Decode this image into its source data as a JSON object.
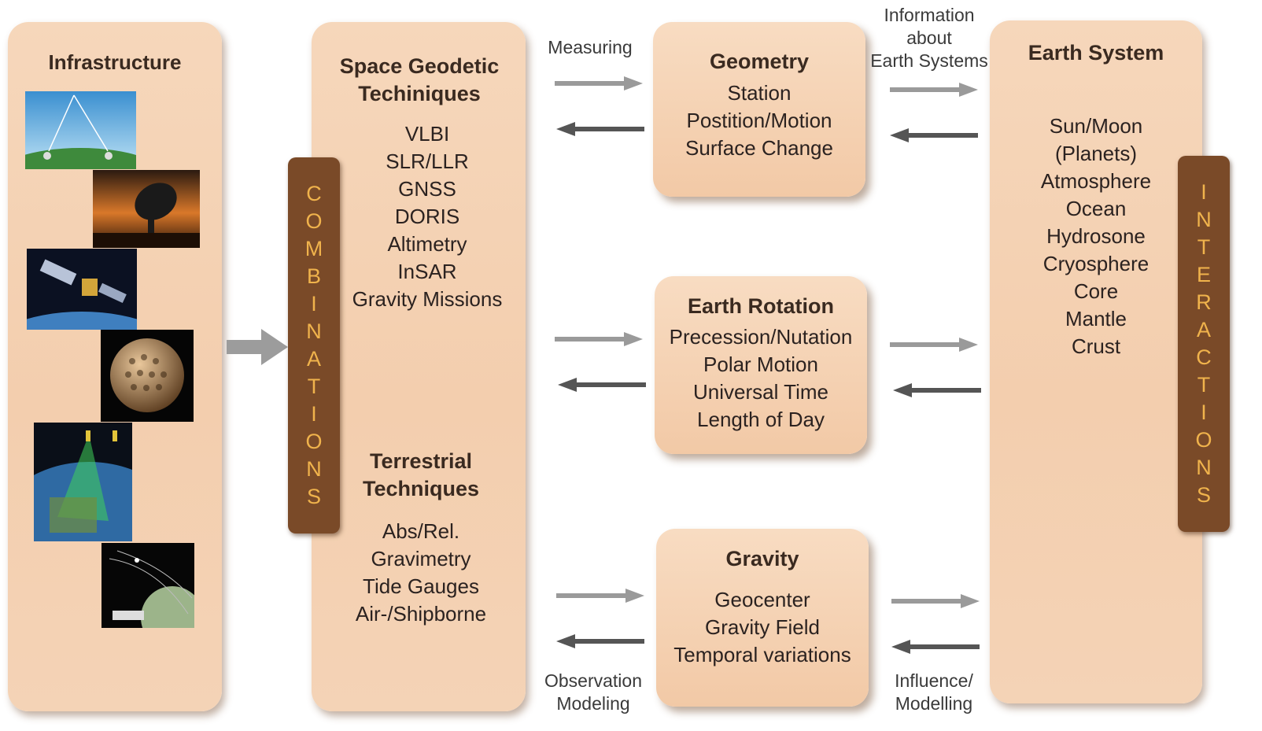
{
  "infrastructure": {
    "title": "Infrastructure"
  },
  "combinations": {
    "letters": [
      "C",
      "O",
      "M",
      "B",
      "I",
      "N",
      "A",
      "T",
      "I",
      "O",
      "N",
      "S"
    ]
  },
  "interactions": {
    "letters": [
      "I",
      "N",
      "T",
      "E",
      "R",
      "A",
      "C",
      "T",
      "I",
      "O",
      "N",
      "S"
    ]
  },
  "space": {
    "title": [
      "Space Geodetic",
      "Techiniques"
    ],
    "items": [
      "VLBI",
      "SLR/LLR",
      "GNSS",
      "DORIS",
      "Altimetry",
      "InSAR",
      "Gravity Missions"
    ]
  },
  "terrestrial": {
    "title": [
      "Terrestrial",
      "Techniques"
    ],
    "items": [
      "Abs/Rel.",
      "Gravimetry",
      "Tide Gauges",
      "Air-/Shipborne"
    ]
  },
  "geometry": {
    "title": "Geometry",
    "items": [
      "Station",
      "Postition/Motion",
      "Surface Change"
    ]
  },
  "rotation": {
    "title": "Earth Rotation",
    "items": [
      "Precession/Nutation",
      "Polar Motion",
      "Universal Time",
      "Length of Day"
    ]
  },
  "gravity": {
    "title": "Gravity",
    "items": [
      "Geocenter",
      "Gravity Field",
      "Temporal variations"
    ]
  },
  "earth_system": {
    "title": "Earth System",
    "items": [
      "Sun/Moon",
      "(Planets)",
      "Atmosphere",
      "Ocean",
      "Hydrosone",
      "Cryosphere",
      "Core",
      "Mantle",
      "Crust"
    ]
  },
  "labels": {
    "measuring": "Measuring",
    "information": [
      "Information",
      "about",
      "Earth Systems"
    ],
    "observation": [
      "Observation",
      "Modeling"
    ],
    "influence": [
      "Influence/",
      "Modelling"
    ]
  },
  "colors": {
    "panel": "#f4d1b2",
    "bar": "#7a4a28",
    "bar_text": "#f0b34c",
    "arrow_light": "#9a9a9a",
    "arrow_dark": "#555555"
  }
}
